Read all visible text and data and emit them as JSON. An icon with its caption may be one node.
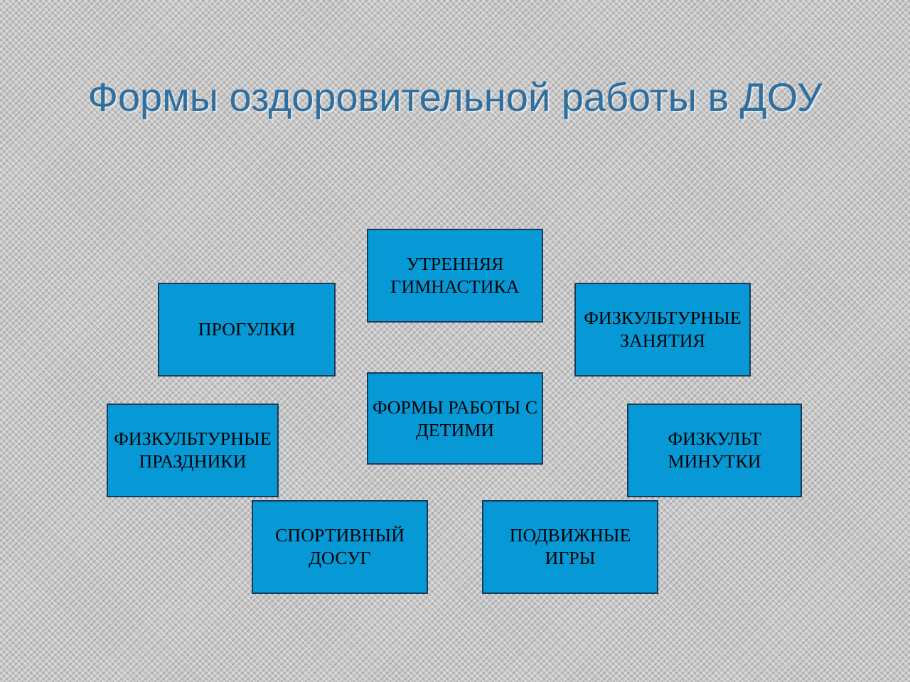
{
  "diagram": {
    "title": "Формы оздоровительной работы в ДОУ",
    "nodes": [
      {
        "text": [
          "УТРЕННЯЯ ГИМНАСТИКА"
        ]
      },
      {
        "text": [
          "ПРОГУЛКИ"
        ]
      },
      {
        "text": [
          "ФИЗКУЛЬТУРНЫЕ ЗАНЯТИЯ"
        ]
      },
      {
        "text": [
          "ФОРМЫ РАБОТЫ С ДЕТИМИ"
        ]
      },
      {
        "text": [
          "ФИЗКУЛЬТУРНЫЕ ПРАЗДНИКИ"
        ]
      },
      {
        "text": [
          "ФИЗКУЛЬТ МИНУТКИ"
        ]
      },
      {
        "text": [
          "СПОРТИВНЫЙ ДОСУГ"
        ]
      },
      {
        "text": [
          "ПОДВИЖНЫЕ ИГРЫ"
        ]
      }
    ]
  }
}
